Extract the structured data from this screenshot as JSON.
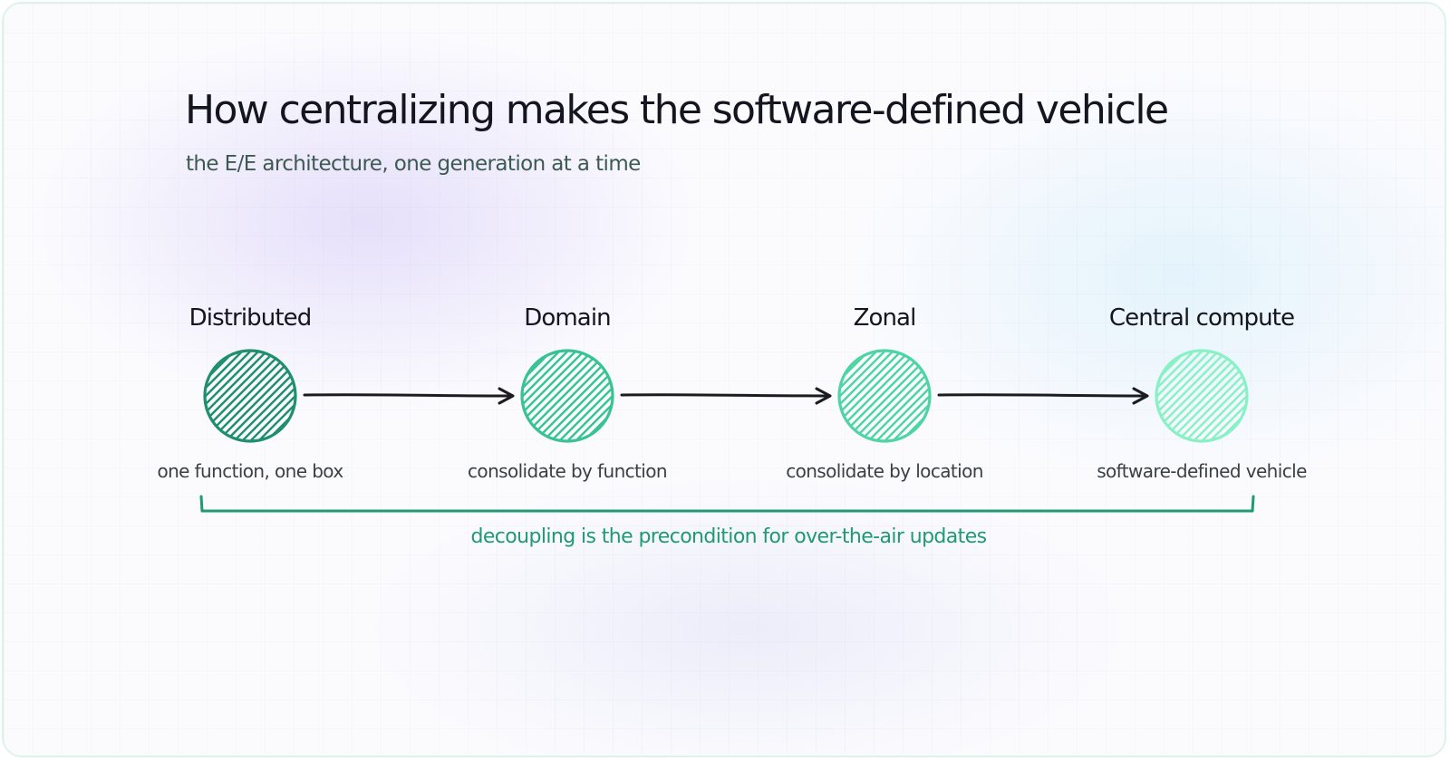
{
  "title": "How centralizing makes the software-defined vehicle",
  "subtitle": "the E/E architecture, one generation at a time",
  "stages": [
    {
      "label": "Distributed",
      "caption": "one function, one box",
      "color": "#1f8f6d"
    },
    {
      "label": "Domain",
      "caption": "consolidate by function",
      "color": "#39c393"
    },
    {
      "label": "Zonal",
      "caption": "consolidate by location",
      "color": "#4fd4a3"
    },
    {
      "label": "Central compute",
      "caption": "software-defined vehicle",
      "color": "#8af0c5"
    }
  ],
  "bracket": {
    "note": "decoupling is the precondition for over-the-air updates",
    "color": "#1f9a72"
  },
  "colors": {
    "arrow": "#1b1b22",
    "title": "#151520",
    "subtitle": "#3d5a52",
    "border": "#ddf3ea"
  }
}
